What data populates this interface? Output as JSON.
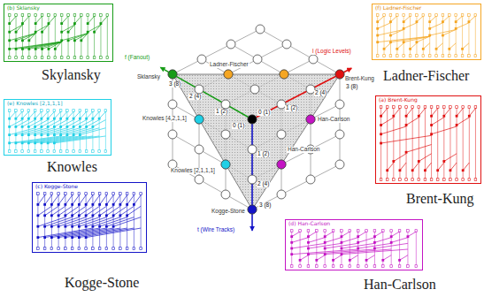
{
  "diagram": {
    "nodes": [
      {
        "text": [
          "(b) Sklansky",
          "Skylansky"
        ]
      },
      {
        "text": [
          "(f) Ladner-Fischer",
          "Ladner-Fischer"
        ]
      },
      {
        "text": [
          "(e) Knowles [2,1,1,1]",
          "Knowles"
        ]
      },
      {
        "text": [
          "(a) Brent-Kung",
          "Brent-Kung"
        ]
      },
      {
        "text": [
          "(c) Kogge-Stone",
          "Kogge-Stone"
        ]
      },
      {
        "text": [
          "(d) Han-Carlson",
          "Han-Carlson"
        ]
      }
    ],
    "labels": [
      "Sklansky",
      "Ladner-Fischer",
      "Brent-Kung",
      "Han-Carlson",
      "Han-Carlson",
      "Knowles [4,2,1,1]",
      "Knowles [2,1,1,1]",
      "Kogge-Stone",
      "f (Fanout)",
      "l (Logic Levels)",
      "t (Wire Tracks)",
      "0 (1)",
      "0 (1)",
      "1 (2)",
      "2 (4)",
      "3 (8)",
      "1 (2)",
      "2 (4)",
      "3 (8)",
      "1 (2)",
      "2 (4)",
      "3 (8)"
    ]
  }
}
